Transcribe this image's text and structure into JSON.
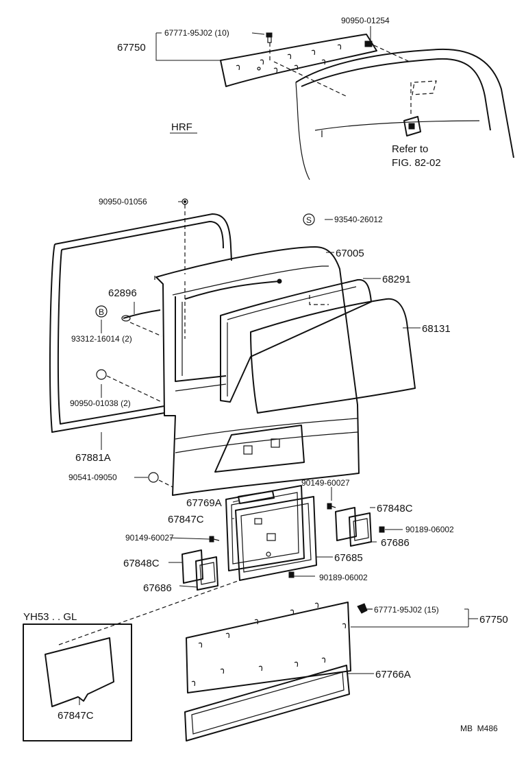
{
  "diagram": {
    "code": "MB  M486",
    "section": "HRF",
    "inset_title": "YH53 . . GL",
    "refer_line1": "Refer to",
    "refer_line2": "FIG. 82-02"
  },
  "labels": {
    "top_trim": "67750",
    "top_clip": "67771-95J02 (10)",
    "top_clip2": "90950-01254",
    "cushion_top": "90950-01056",
    "bolt_s": "93540-26012",
    "door_panel": "67005",
    "rod": "62896",
    "screw": "93312-16014 (2)",
    "frame_glass": "68291",
    "glass": "68131",
    "cushion_mid": "90950-01038 (2)",
    "weatherstrip": "67881A",
    "cushion_low": "90541-09050",
    "plate_a": "67769A",
    "screw_r": "90149-60027",
    "lamp_r": "67848C",
    "license_frame": "67847C",
    "nut_r": "90189-06002",
    "screw_l": "90149-60027",
    "lens_r": "67686",
    "garnish": "67685",
    "lamp_l": "67848C",
    "nut_l": "90189-06002",
    "lens_l": "67686",
    "clip_low": "67771-95J02 (15)",
    "trim_low": "67750",
    "pad": "67766A",
    "inset_part": "67847C"
  },
  "callouts": {
    "s": "S",
    "b": "B"
  }
}
